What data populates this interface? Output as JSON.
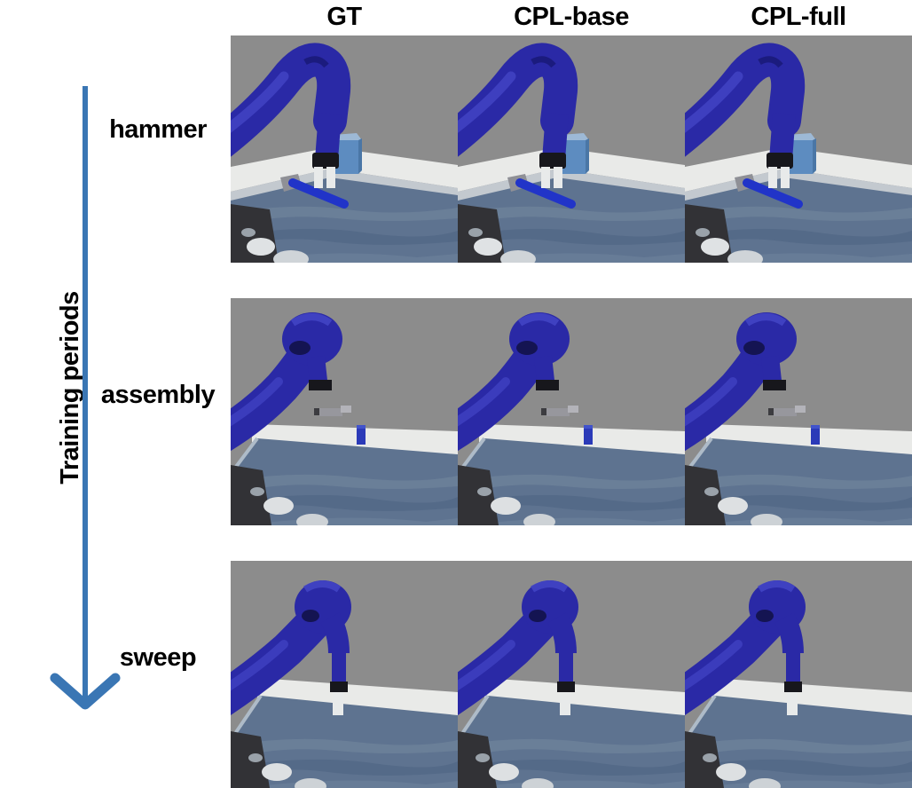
{
  "figure": {
    "columns": [
      {
        "label": "GT"
      },
      {
        "label": "CPL-base"
      },
      {
        "label": "CPL-full"
      }
    ],
    "rows": [
      {
        "label": "hammer",
        "scene": "hammer"
      },
      {
        "label": "assembly",
        "scene": "assembly"
      },
      {
        "label": "sweep",
        "scene": "sweep"
      }
    ],
    "axis": {
      "label": "Training periods",
      "orientation": "vertical",
      "direction": "down"
    },
    "colors": {
      "arrow": "#3a76b4",
      "text": "#000000",
      "page_background": "#ffffff",
      "scene_background": "#8c8c8c",
      "robot_blue": "#2a29a6",
      "table_top": "#5e7390",
      "table_rim": "#e9eae8",
      "gripper_white": "#e8eaea",
      "wrist_black": "#17171c",
      "hammer_handle_blue": "#2134c8",
      "nail_box_blue": "#5d8cc0",
      "peg_blue": "#2b3ab8"
    }
  }
}
